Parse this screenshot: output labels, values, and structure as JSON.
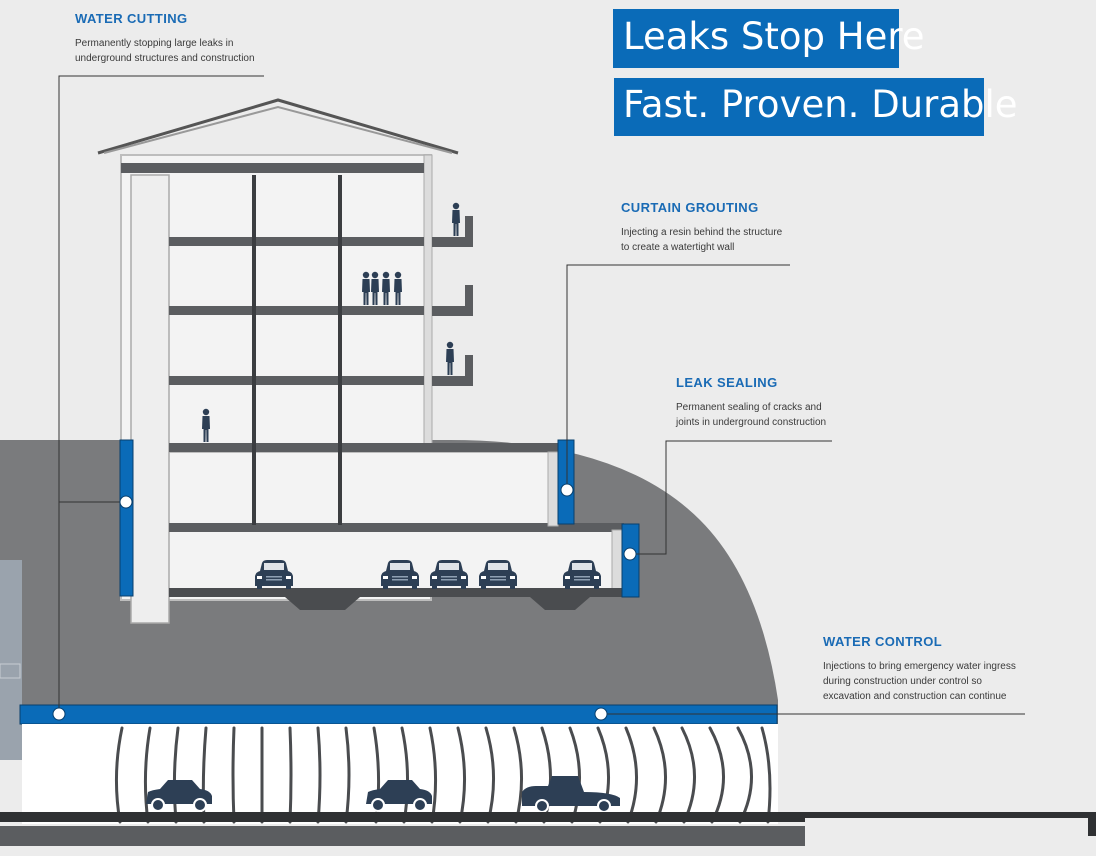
{
  "banners": {
    "headline": "Leaks Stop Here",
    "tagline": "Fast. Proven. Durable"
  },
  "labels": {
    "water_cutting": {
      "title": "WATER CUTTING",
      "desc": "Permanently stopping large leaks in\nunderground structures and construction"
    },
    "curtain_grouting": {
      "title": "CURTAIN GROUTING",
      "desc": "Injecting a resin behind the structure\nto create a watertight wall"
    },
    "leak_sealing": {
      "title": "LEAK SEALING",
      "desc": "Permanent sealing of cracks and\njoints in underground construction"
    },
    "water_control": {
      "title": "WATER CONTROL",
      "desc": "Injections to bring emergency water ingress\nduring construction under control so\nexcavation and construction can continue"
    }
  },
  "colors": {
    "accent_blue": "#1a6bb5",
    "banner_blue": "#0a6bb8",
    "ground_gray": "#7a7b7d",
    "building_dark": "#2f3133",
    "background": "#ececec"
  },
  "icons": [
    "building-icon",
    "car-icon",
    "pickup-truck-icon",
    "person-icon",
    "tunnel-icon"
  ]
}
